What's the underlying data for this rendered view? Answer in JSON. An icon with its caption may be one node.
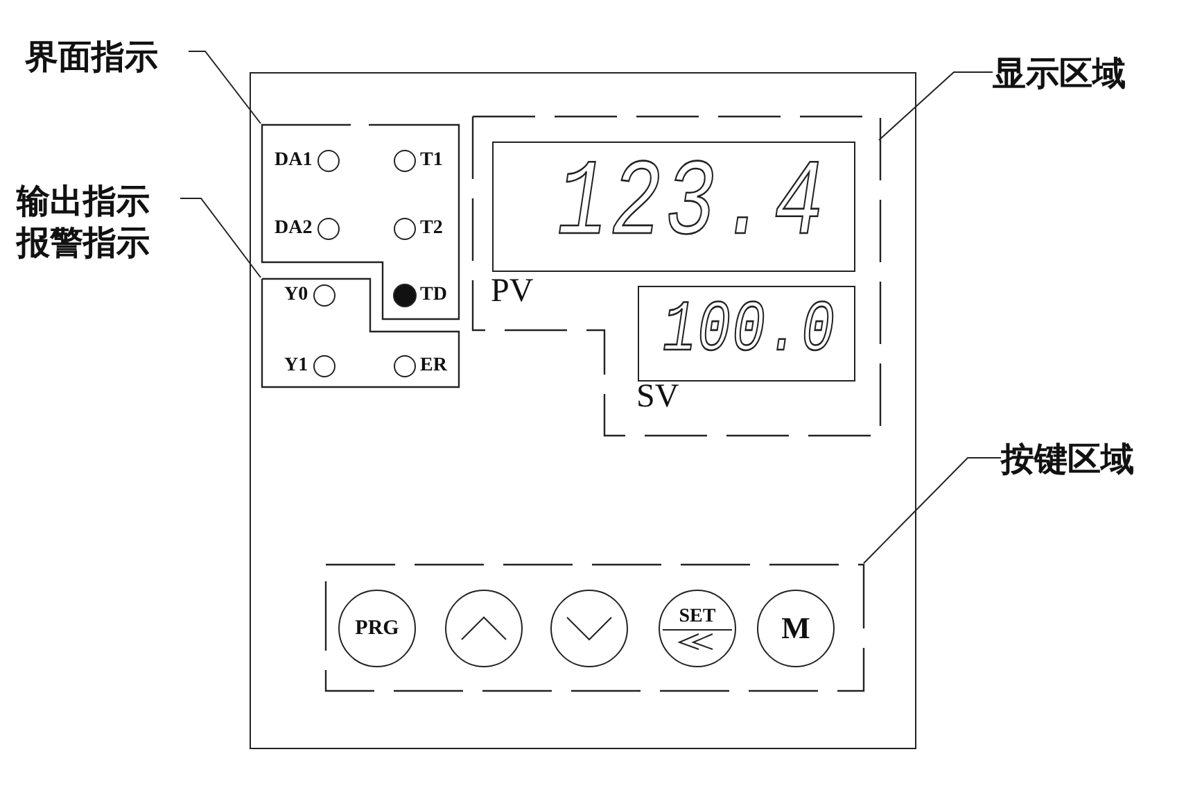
{
  "diagram": {
    "nodes": [
      {
        "text": [
          "界面指示"
        ]
      },
      {
        "text": [
          "输出指示",
          "报警指示"
        ]
      },
      {
        "text": [
          "显示区域"
        ]
      },
      {
        "text": [
          "按键区域"
        ]
      },
      {
        "text": [],
        "shape": "box"
      },
      {
        "text": [],
        "shape": "box",
        "in": 4
      },
      {
        "text": [],
        "shape": "box",
        "in": 4
      },
      {
        "text": [],
        "shape": "box",
        "in": 4
      },
      {
        "text": [],
        "shape": "box",
        "in": 4
      },
      {
        "text": [],
        "shape": "box",
        "in": 7
      },
      {
        "text": [],
        "shape": "box",
        "in": 7
      },
      {
        "text": [
          "PRG"
        ],
        "in": 8
      },
      {
        "text": [],
        "shape": "circle",
        "in": 8
      },
      {
        "text": [],
        "shape": "circle",
        "in": 8
      },
      {
        "text": [
          "SET"
        ],
        "in": 8
      },
      {
        "text": [
          "M"
        ],
        "in": 8
      }
    ],
    "edges": [
      {
        "from": 0,
        "to": 5,
        "arrow": "none"
      },
      {
        "from": 1,
        "to": 6,
        "arrow": "none"
      },
      {
        "from": 2,
        "to": 7,
        "arrow": "none"
      },
      {
        "from": 3,
        "to": 8,
        "arrow": "none"
      }
    ],
    "labels": [
      "DA1",
      "T1",
      "DA2",
      "T2",
      "Y0",
      "TD",
      "Y1",
      "ER",
      "123.4",
      "PV",
      "100.0",
      "SV"
    ]
  }
}
